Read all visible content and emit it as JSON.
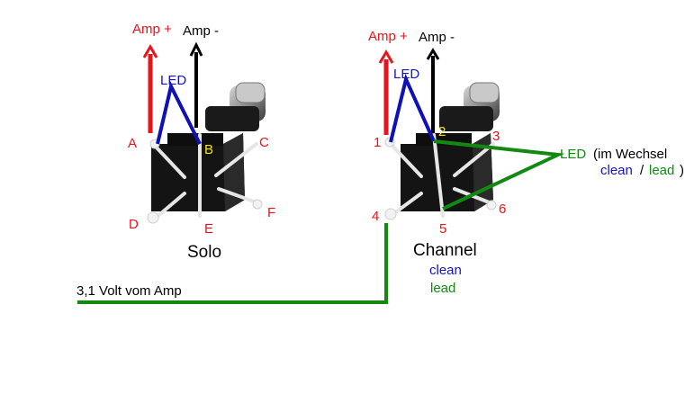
{
  "colors": {
    "amp_plus": "#e8141b",
    "amp_minus": "#000000",
    "led": "#1010b8",
    "green_wire": "#128a12",
    "pin_label": "#e8141b",
    "pin_highlight": "#f2e600",
    "clean": "#1515c8",
    "lead": "#128a12"
  },
  "solo": {
    "title": "Solo",
    "amp_plus": "Amp +",
    "amp_minus": "Amp -",
    "led": "LED",
    "pins": [
      "A",
      "B",
      "C",
      "D",
      "E",
      "F"
    ]
  },
  "channel": {
    "title": "Channel",
    "amp_plus": "Amp +",
    "amp_minus": "Amp -",
    "led": "LED",
    "pins": [
      "1",
      "2",
      "3",
      "4",
      "5",
      "6"
    ],
    "legend_clean": "clean",
    "legend_lead": "lead"
  },
  "led_note": {
    "led": "LED",
    "text": "(im Wechsel",
    "clean": "clean",
    "slash": "/",
    "lead": "lead",
    "close": ")"
  },
  "supply": {
    "label": "3,1 Volt  vom Amp"
  }
}
